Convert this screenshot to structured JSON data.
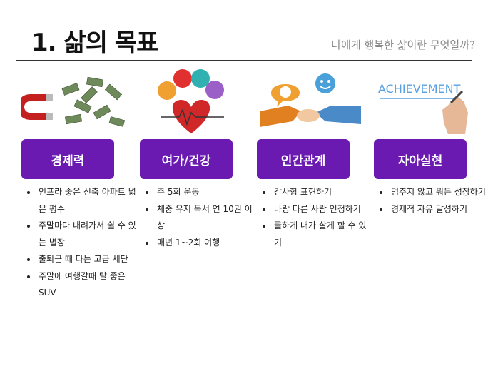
{
  "title": "1. 삶의 목표",
  "subtitle": "나에게 행복한 삶이란 무엇일까?",
  "illustrations": {
    "achievement_text": "ACHIEVEMENT"
  },
  "columns": [
    {
      "category": "경제력",
      "icon": "magnet-money-icon",
      "items": [
        "인프라 좋은 신축 아파트 넓은 평수",
        "주말마다 내려가서 쉴 수 있는 별장",
        "출퇴근 때 타는 고급 세단",
        "주말에 여행갈때 탈 좋은 SUV"
      ]
    },
    {
      "category": "여가/건강",
      "icon": "health-heart-icon",
      "items": [
        "주 5회 운동",
        "체중 유지 독서 연 10권 이상",
        "매년 1~2회 여행"
      ]
    },
    {
      "category": "인간관계",
      "icon": "handshake-icon",
      "items": [
        "감사함 표현하기",
        "나랑 다른 사람 인정하기",
        "쿨하게 내가 살게 할 수 있기"
      ]
    },
    {
      "category": "자아실현",
      "icon": "achievement-hand-icon",
      "items": [
        "멈추지 않고 뭐든 성장하기",
        "경제적 자유 달성하기"
      ]
    }
  ],
  "colors": {
    "category_bg": "#6a1ab0",
    "achievement_text": "#5aa0e0"
  }
}
